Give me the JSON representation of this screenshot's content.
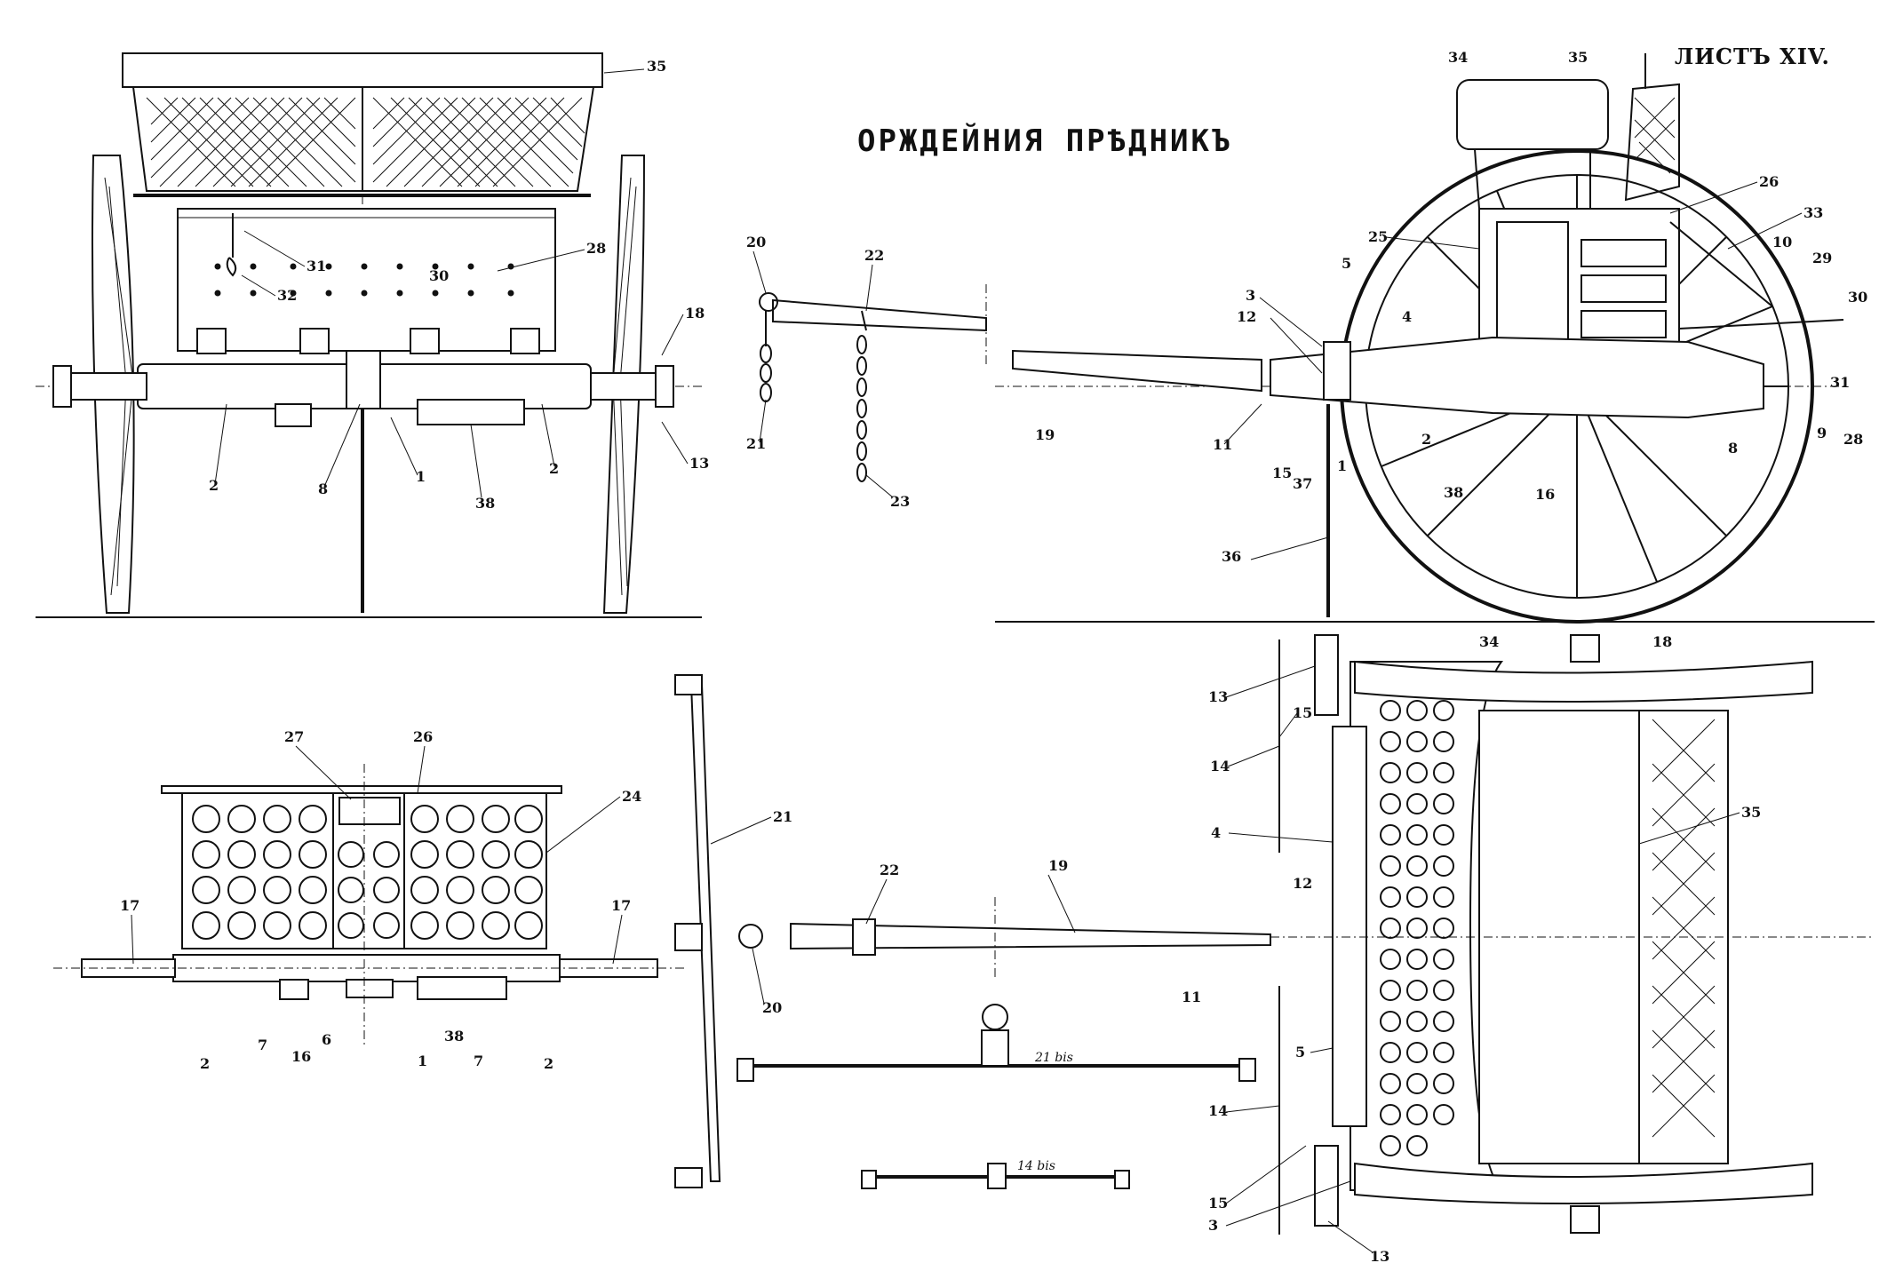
{
  "header": {
    "title": "ОРЖДЕЙНИЯ ПРѢДНИКЪ",
    "sheet": "ЛИСТЪ XIV."
  },
  "labels": {
    "front": [
      "35",
      "31",
      "32",
      "30",
      "28",
      "18",
      "2",
      "8",
      "1",
      "38",
      "2",
      "13"
    ],
    "pole": [
      "20",
      "22",
      "21",
      "23"
    ],
    "side": [
      "34",
      "35",
      "26",
      "33",
      "25",
      "5",
      "3",
      "12",
      "4",
      "10",
      "29",
      "30",
      "11",
      "15",
      "37",
      "1",
      "2",
      "38",
      "16",
      "8",
      "9",
      "28",
      "31",
      "19",
      "36"
    ],
    "chest": [
      "27",
      "26",
      "24",
      "17",
      "17",
      "2",
      "7",
      "16",
      "6",
      "1",
      "38",
      "7",
      "2"
    ],
    "plan": [
      "21",
      "22",
      "19",
      "20",
      "11",
      "12",
      "13",
      "15",
      "14",
      "4",
      "5",
      "14",
      "15",
      "3",
      "13",
      "34",
      "18",
      "35"
    ]
  },
  "notes": {
    "swingletree_large": "21 bis",
    "swingletree_small": "14 bis"
  }
}
